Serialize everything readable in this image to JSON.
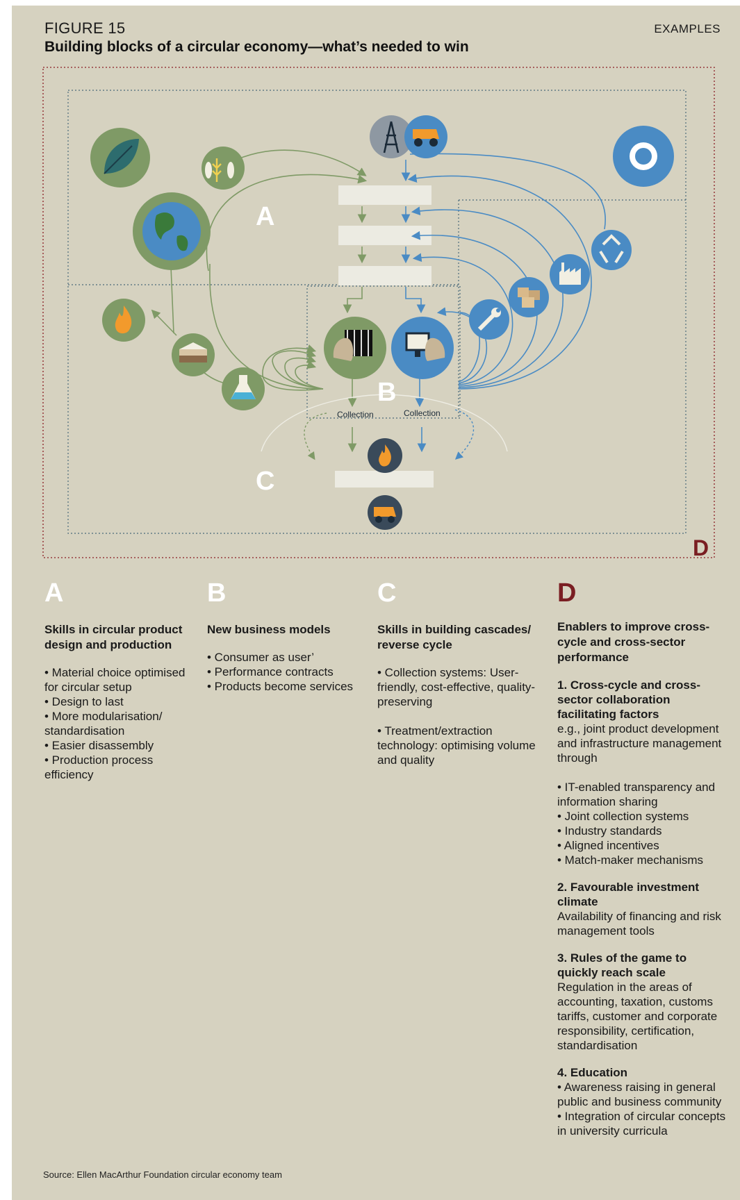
{
  "header": {
    "figure_label": "FIGURE 15",
    "title": "Building blocks of a circular economy—what’s needed to win",
    "tag": "EXAMPLES"
  },
  "diagram": {
    "zone_labels": {
      "a": "A",
      "b": "B",
      "c": "C",
      "d": "D"
    },
    "collection_left": "Collection",
    "collection_right": "Collection",
    "icons": [
      "leaf-icon",
      "globe-icon",
      "crops-fish-icon",
      "oil-rig-icon",
      "mining-truck-icon",
      "gear-icon",
      "recycle-icon",
      "factory-icon",
      "boxes-icon",
      "wrench-icon",
      "fire-icon",
      "soil-icon",
      "flask-icon",
      "consumer-icon",
      "user-icon",
      "landfill-truck-icon"
    ],
    "colors": {
      "biological": "#7f9a66",
      "technical": "#4a8bc4",
      "dark": "#3a4a5a",
      "border_d": "#8b1d22"
    }
  },
  "columns": {
    "a": {
      "letter": "A",
      "heading": "Skills in circular product design and production",
      "body": "• Material choice optimised for circular setup\n• Design to last\n• More modularisation/ standardisation\n• Easier disassembly\n• Production process efficiency"
    },
    "b": {
      "letter": "B",
      "heading": "New business models",
      "body": "• Consumer as user’\n• Performance contracts\n• Products become services"
    },
    "c": {
      "letter": "C",
      "heading": "Skills in building cascades/ reverse cycle",
      "body": "• Collection systems: User-friendly, cost-effective, quality-preserving\n\n• Treatment/extraction technology: optimising volume and quality"
    },
    "d": {
      "letter": "D",
      "heading": "Enablers to improve cross-cycle and cross-sector performance",
      "s1_head": "1. Cross-cycle and cross-sector collaboration facilitating factors",
      "s1_body": "e.g., joint product development and infrastructure management through\n\n• IT-enabled transparency and information sharing\n• Joint collection systems\n• Industry standards\n• Aligned incentives\n• Match-maker mechanisms",
      "s2_head": "2. Favourable investment climate",
      "s2_body": "Availability of financing and risk management tools",
      "s3_head": "3. Rules of the game to quickly reach scale",
      "s3_body": "Regulation in the areas of accounting, taxation, customs tariffs, customer and corporate responsibility, certification, standardisation",
      "s4_head": "4. Education",
      "s4_body": "• Awareness raising in general public and business community\n• Integration of circular concepts in university curricula"
    }
  },
  "source": "Source: Ellen MacArthur Foundation circular economy team"
}
